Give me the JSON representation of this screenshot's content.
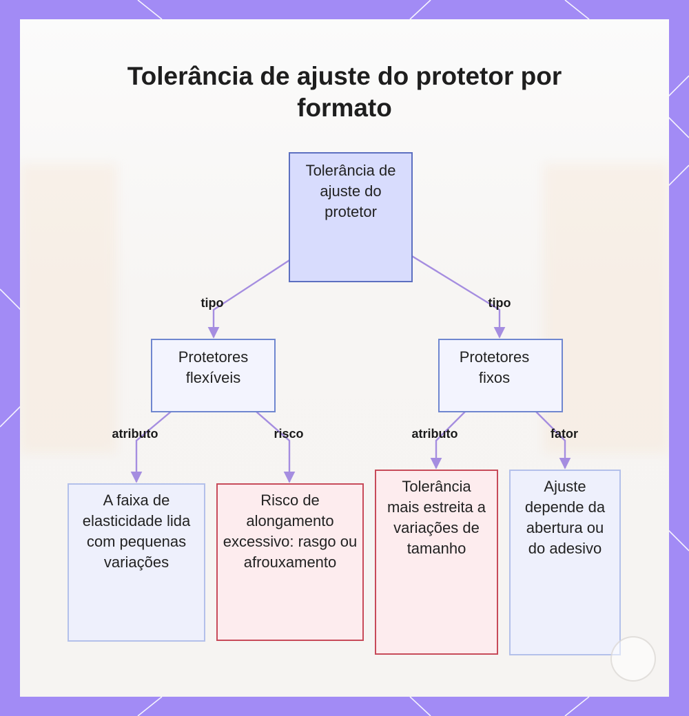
{
  "title": "Tolerância de ajuste do protetor por formato",
  "nodes": {
    "root": "Tolerância de ajuste do protetor",
    "flexible": "Protetores flexíveis",
    "fixed": "Protetores fixos",
    "flex_attribute": "A faixa de elasticidade lida com pequenas variações",
    "flex_risk": "Risco de alongamento excessivo: rasgo ou afrouxamento",
    "fixed_attribute": "Tolerância mais estreita a variações de tamanho",
    "fixed_factor": "Ajuste depende da abertura ou do adesivo"
  },
  "edges": {
    "root_flexible": "tipo",
    "root_fixed": "tipo",
    "flex_attribute": "atributo",
    "flex_risk": "risco",
    "fixed_attribute": "atributo",
    "fixed_factor": "fator"
  },
  "colors": {
    "frame": "#a28bf5",
    "edge": "#a58de0",
    "root_fill": "#d8dcfd",
    "node_border": "#6f86cf",
    "risk_border": "#c74a59",
    "risk_fill": "#fdecee"
  },
  "icons": {
    "watermark": "watermark-icon"
  }
}
